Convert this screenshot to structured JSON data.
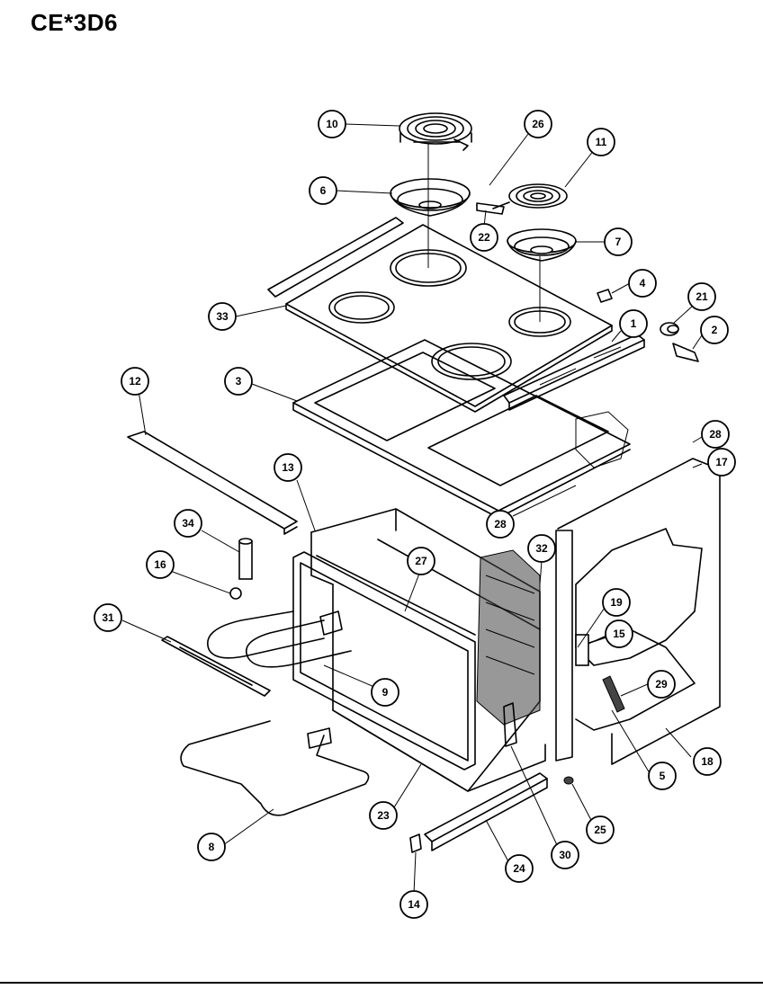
{
  "title": "CE*3D6",
  "callouts": [
    {
      "id": "part-10",
      "label": "10"
    },
    {
      "id": "part-26",
      "label": "26"
    },
    {
      "id": "part-11",
      "label": "11"
    },
    {
      "id": "part-6",
      "label": "6"
    },
    {
      "id": "part-22",
      "label": "22"
    },
    {
      "id": "part-7",
      "label": "7"
    },
    {
      "id": "part-4",
      "label": "4"
    },
    {
      "id": "part-21",
      "label": "21"
    },
    {
      "id": "part-33",
      "label": "33"
    },
    {
      "id": "part-1",
      "label": "1"
    },
    {
      "id": "part-2",
      "label": "2"
    },
    {
      "id": "part-12",
      "label": "12"
    },
    {
      "id": "part-3",
      "label": "3"
    },
    {
      "id": "part-28a",
      "label": "28"
    },
    {
      "id": "part-17",
      "label": "17"
    },
    {
      "id": "part-13",
      "label": "13"
    },
    {
      "id": "part-28b",
      "label": "28"
    },
    {
      "id": "part-34",
      "label": "34"
    },
    {
      "id": "part-32",
      "label": "32"
    },
    {
      "id": "part-27",
      "label": "27"
    },
    {
      "id": "part-16",
      "label": "16"
    },
    {
      "id": "part-19",
      "label": "19"
    },
    {
      "id": "part-31",
      "label": "31"
    },
    {
      "id": "part-15",
      "label": "15"
    },
    {
      "id": "part-9",
      "label": "9"
    },
    {
      "id": "part-29",
      "label": "29"
    },
    {
      "id": "part-18",
      "label": "18"
    },
    {
      "id": "part-5",
      "label": "5"
    },
    {
      "id": "part-23",
      "label": "23"
    },
    {
      "id": "part-25",
      "label": "25"
    },
    {
      "id": "part-8",
      "label": "8"
    },
    {
      "id": "part-24",
      "label": "24"
    },
    {
      "id": "part-30",
      "label": "30"
    },
    {
      "id": "part-14",
      "label": "14"
    }
  ]
}
